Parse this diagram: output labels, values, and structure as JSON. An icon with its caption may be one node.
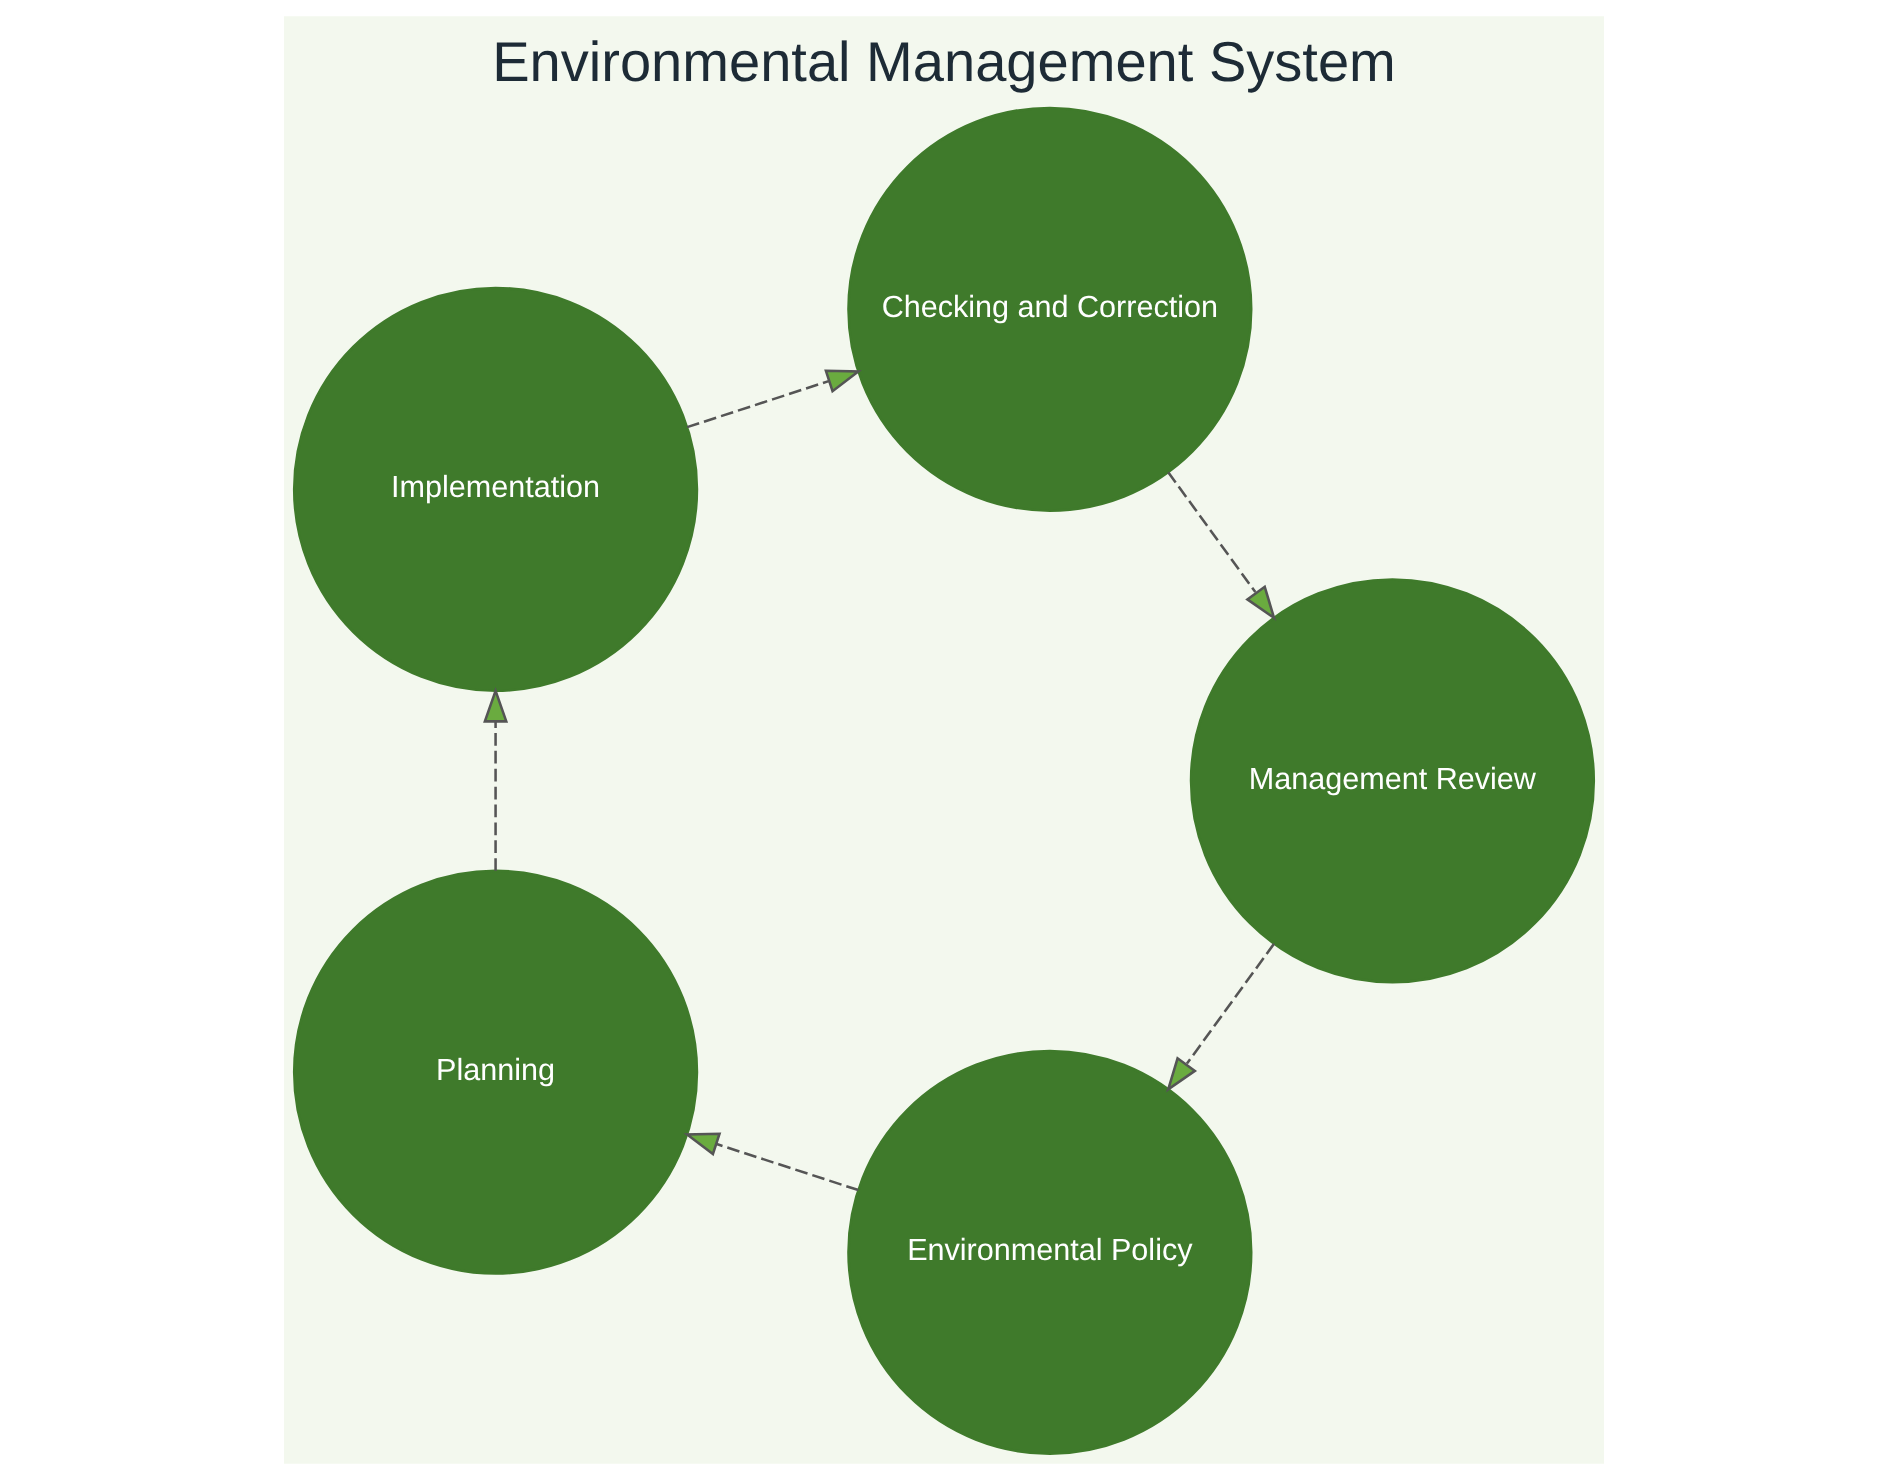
{
  "diagram": {
    "title": "Environmental Management System",
    "nodes": [
      {
        "text": [
          "Environmental Policy"
        ]
      },
      {
        "text": [
          "Planning"
        ]
      },
      {
        "text": [
          "Implementation"
        ]
      },
      {
        "text": [
          "Checking and Correction"
        ]
      },
      {
        "text": [
          "Management Review"
        ]
      }
    ],
    "edges": [
      {
        "from": 0,
        "to": 1,
        "arrow": "to",
        "style": "dashed"
      },
      {
        "from": 1,
        "to": 2,
        "arrow": "to",
        "style": "dashed"
      },
      {
        "from": 2,
        "to": 3,
        "arrow": "to",
        "style": "dashed"
      },
      {
        "from": 3,
        "to": 4,
        "arrow": "to",
        "style": "dashed"
      },
      {
        "from": 4,
        "to": 0,
        "arrow": "to",
        "style": "dashed"
      }
    ]
  }
}
